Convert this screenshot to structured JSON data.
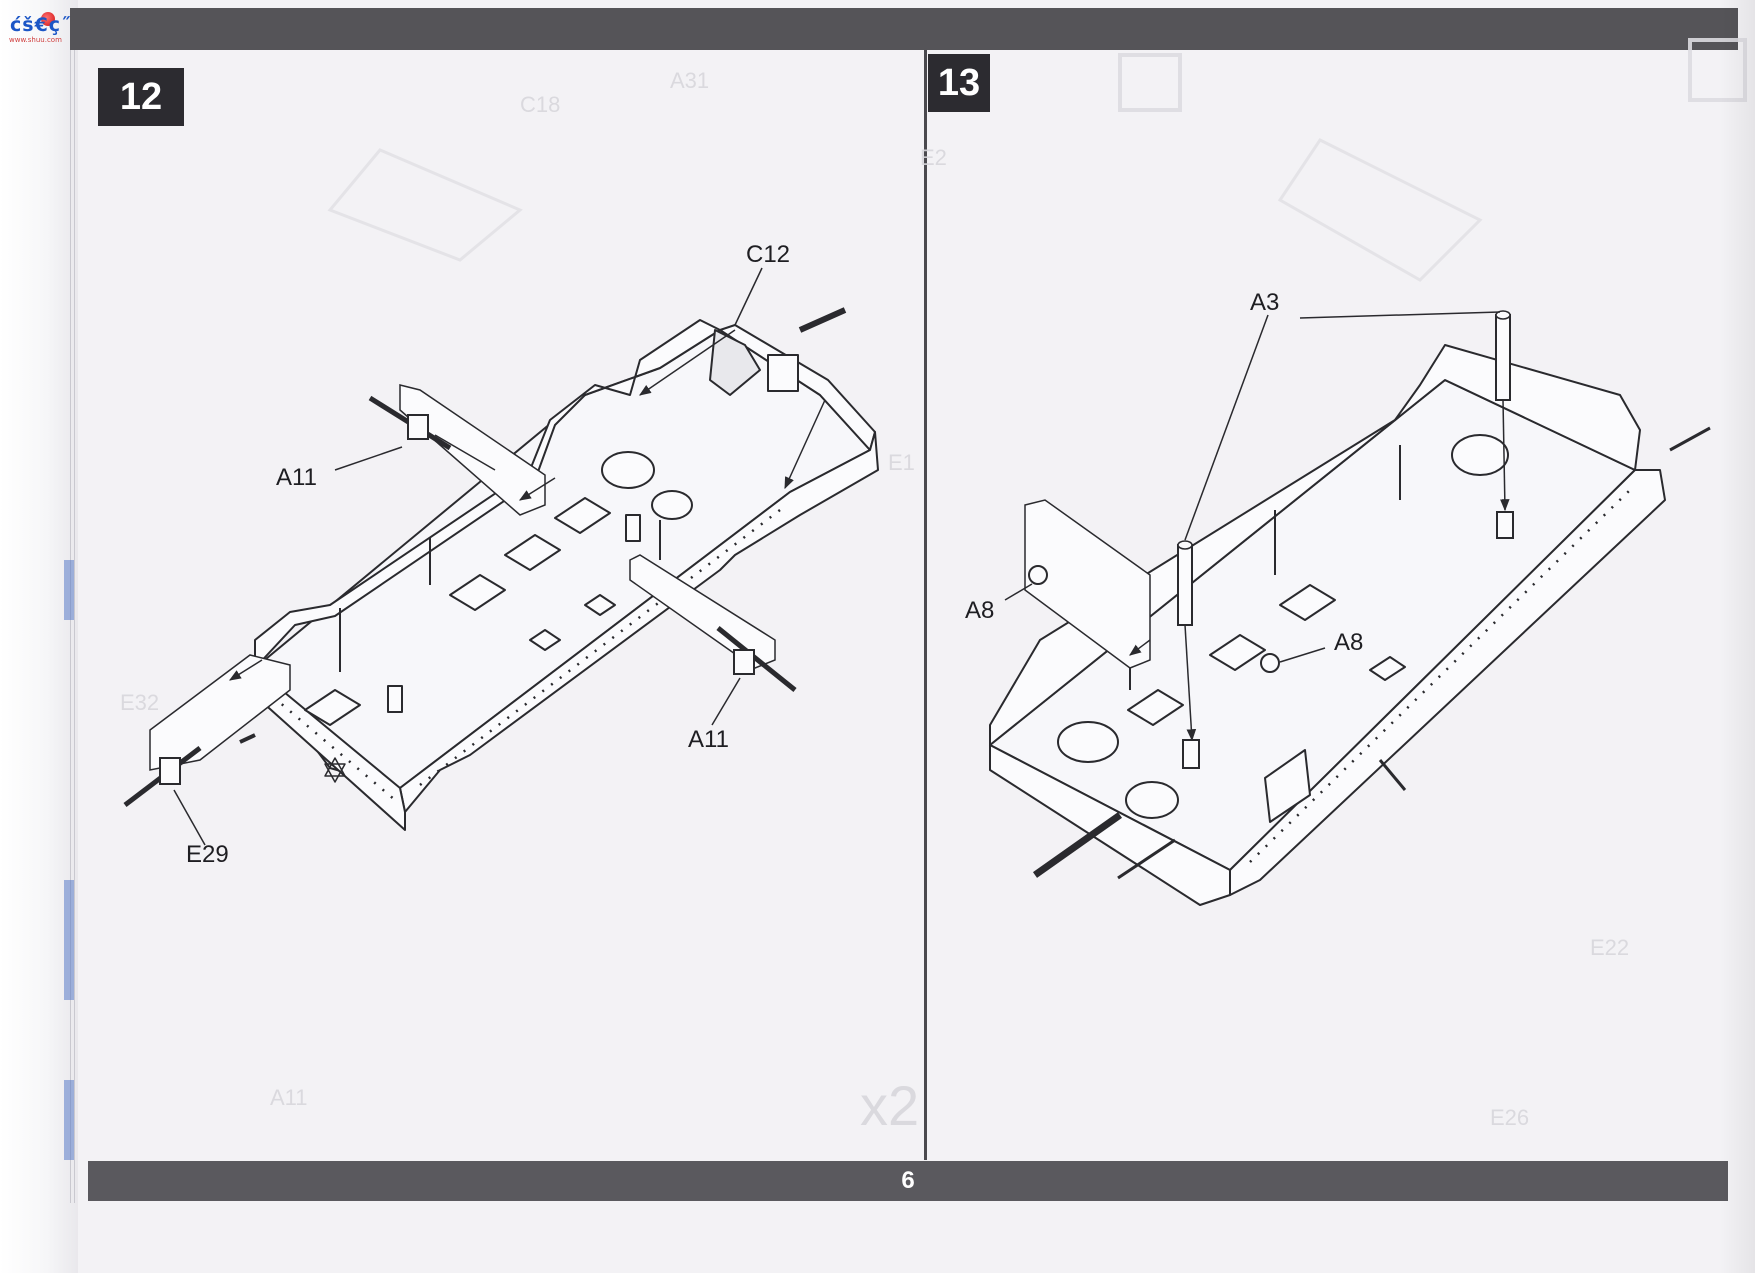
{
  "watermark": {
    "site_name": "ćš€ç˝‘",
    "url": "www.shuu.com"
  },
  "steps": [
    {
      "number": "12",
      "callouts": [
        "C12",
        "A11",
        "A11",
        "E29"
      ]
    },
    {
      "number": "13",
      "callouts": [
        "A3",
        "A8",
        "A8"
      ]
    }
  ],
  "page_number": "6",
  "show_through": [
    "C18",
    "A31",
    "E2",
    "E1",
    "E22",
    "E26",
    "A11",
    "x2",
    "E32"
  ],
  "colors": {
    "band": "#555458",
    "badge": "#2c2b30",
    "line": "#2a2a2e",
    "paper": "#f3f2f5"
  }
}
